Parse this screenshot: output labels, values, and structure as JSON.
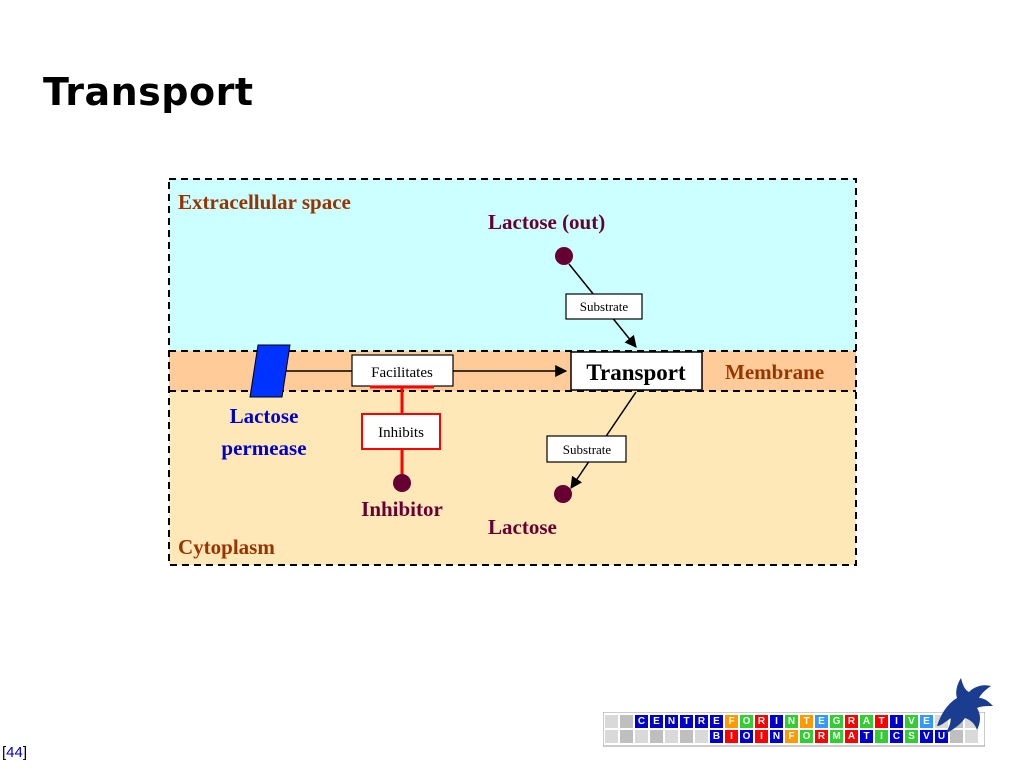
{
  "slide": {
    "title": "Transport",
    "page_number": "44"
  },
  "diagram": {
    "regions": {
      "extracellular": "Extracellular space",
      "membrane": "Membrane",
      "cytoplasm": "Cytoplasm"
    },
    "nodes": {
      "lactose_out": "Lactose (out)",
      "lactose_in": "Lactose",
      "inhibitor": "Inhibitor",
      "permease_line1": "Lactose",
      "permease_line2": "permease",
      "transport": "Transport"
    },
    "edge_labels": {
      "substrate_top": "Substrate",
      "substrate_bottom": "Substrate",
      "facilitates": "Facilitates",
      "inhibits": "Inhibits"
    },
    "colors": {
      "extracellular_fill": "#ccffff",
      "membrane_fill": "#ffcc99",
      "cytoplasm_fill": "#ffe8b8",
      "region_label": "#993300",
      "node_label": "#660033",
      "permease_label": "#0000cc",
      "inhibits_edge": "#ff0000",
      "permease_shape": "#0033ff"
    }
  },
  "logo": {
    "row1": [
      "C",
      "E",
      "N",
      "T",
      "R",
      "E",
      "F",
      "O",
      "R",
      "I",
      "N",
      "T",
      "E",
      "G",
      "R",
      "A",
      "T",
      "I",
      "V",
      "E"
    ],
    "row2": [
      "B",
      "I",
      "O",
      "I",
      "N",
      "F",
      "O",
      "R",
      "M",
      "A",
      "T",
      "I",
      "C",
      "S",
      "V",
      "U"
    ],
    "row1_colors": [
      "#0000cc",
      "#0000cc",
      "#0000cc",
      "#0000cc",
      "#0000cc",
      "#0000cc",
      "#ff9900",
      "#33cc33",
      "#ff0000",
      "#0000cc",
      "#33cc33",
      "#ff9900",
      "#3399ff",
      "#33cc33",
      "#ff0000",
      "#33cc33",
      "#ff0000",
      "#0000cc",
      "#33cc33",
      "#3399ff"
    ],
    "row2_colors": [
      "#0000cc",
      "#ff0000",
      "#0000cc",
      "#ff0000",
      "#0000cc",
      "#ff9900",
      "#33cc33",
      "#ff0000",
      "#33cc33",
      "#ff0000",
      "#0000cc",
      "#33cc33",
      "#0000cc",
      "#33cc33",
      "#0000cc",
      "#0000cc"
    ]
  }
}
